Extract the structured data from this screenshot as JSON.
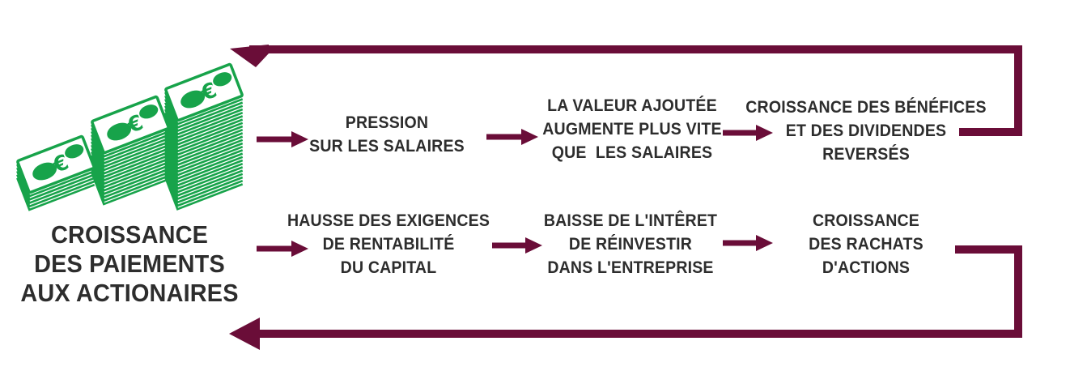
{
  "colors": {
    "accent": "#6a0d38",
    "green": "#17a34a",
    "text": "#2d2d2d",
    "background": "#ffffff"
  },
  "source": {
    "label": "CROISSANCE\nDES PAIEMENTS\nAUX ACTIONAIRES",
    "icon": "money-stacks",
    "currency_symbol": "€"
  },
  "loop": {
    "top_steps": [
      {
        "label": "PRESSION\nSUR LES SALAIRES"
      },
      {
        "label": "LA VALEUR AJOUTÉE\nAUGMENTE PLUS VITE\nQUE  LES SALAIRES"
      },
      {
        "label": "CROISSANCE DES BÉNÉFICES\nET DES DIVIDENDES\nREVERSÉS"
      }
    ],
    "bottom_steps": [
      {
        "label": "HAUSSE DES EXIGENCES\nDE RENTABILITÉ\nDU CAPITAL"
      },
      {
        "label": "BAISSE DE L'INTÊRET\nDE RÉINVESTIR\nDANS L'ENTREPRISE"
      },
      {
        "label": "CROISSANCE\nDES RACHATS\nD'ACTIONS"
      }
    ]
  }
}
